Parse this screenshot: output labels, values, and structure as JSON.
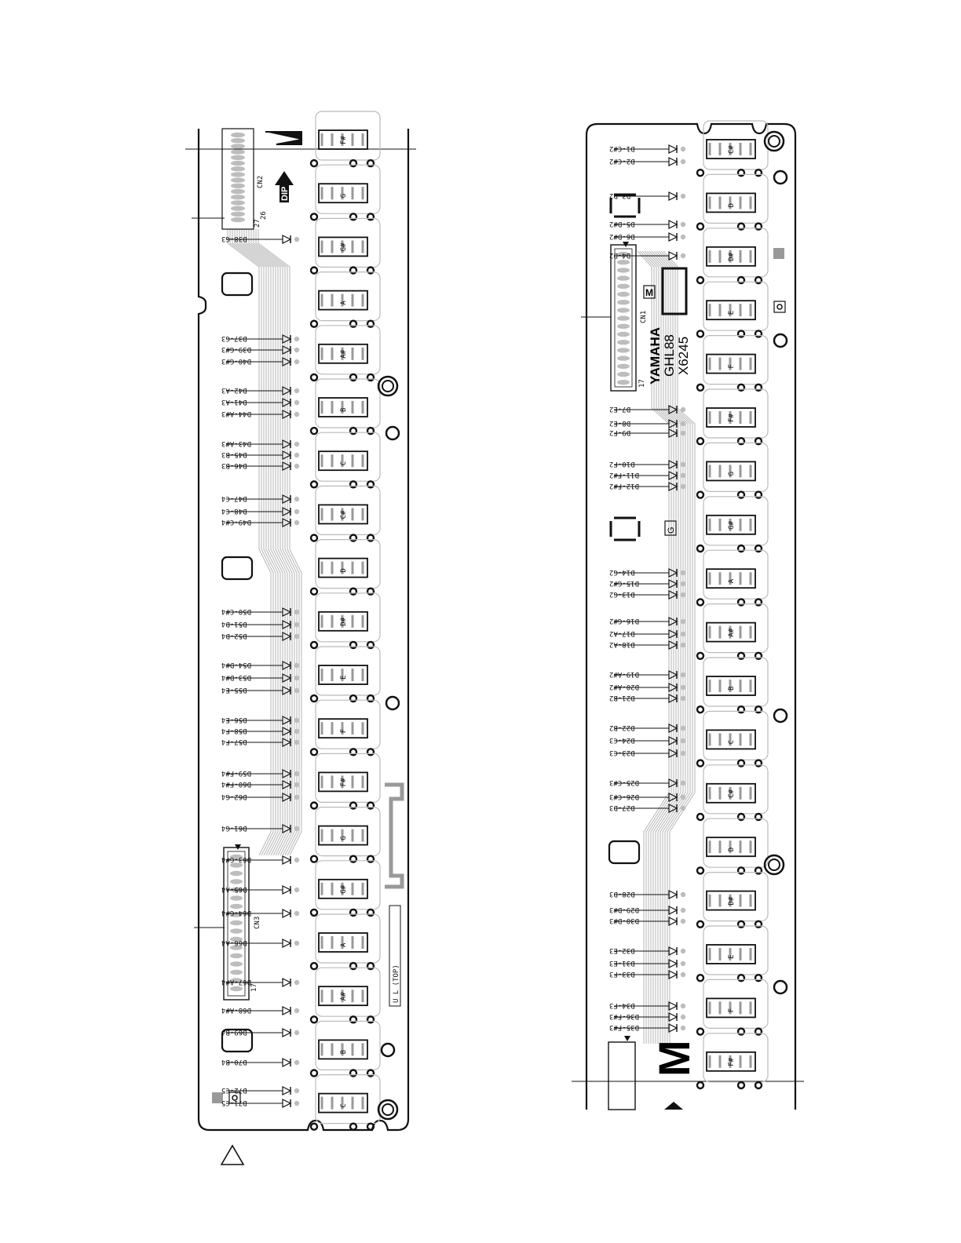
{
  "left_board": {
    "diode_labels": [
      "D38-G3",
      "D37-G3",
      "D39-G#3",
      "D40-G#3",
      "D42-A3",
      "D41-A3",
      "D44-A#3",
      "D43-A#3",
      "D45-B3",
      "D46-B3",
      "D47-C4",
      "D48-C4",
      "D49-C#4",
      "D50-C#4",
      "D51-D4",
      "D52-D4",
      "D54-D#4",
      "D53-D#4",
      "D55-E4",
      "D56-E4",
      "D58-F4",
      "D57-F4",
      "D59-F#4",
      "D60-F#4",
      "D62-G4",
      "D61-G4",
      "D63-G#4",
      "D65-A4",
      "D64-G#4",
      "D66-A4",
      "D67-A#4",
      "D68-A#4",
      "D69-B4",
      "D70-B4",
      "D72-C5",
      "D71-C5"
    ],
    "key_labels": [
      "F#",
      "G",
      "G#",
      "A",
      "A#",
      "B",
      "C",
      "C#",
      "D",
      "D#",
      "E",
      "F",
      "F#",
      "G",
      "G#",
      "A",
      "A#",
      "B",
      "C"
    ],
    "silk": {
      "dip": "DIP",
      "cn2": "CN2",
      "pin27": "27",
      "pin26": "26",
      "cn3": "CN3",
      "pin17": "17",
      "top_marker": "U L (TOP)"
    }
  },
  "right_board": {
    "diode_labels": [
      "D1-C#2",
      "D2-C#2",
      "D3-D2",
      "D5-D#2",
      "D6-D#2",
      "D4-D2",
      "D7-E2",
      "D8-E2",
      "D9-F2",
      "D10-F2",
      "D11-F#2",
      "D12-F#2",
      "D14-G2",
      "D15-G#2",
      "D13-G2",
      "D16-G#2",
      "D17-A2",
      "D18-A2",
      "D19-A#2",
      "D20-A#2",
      "D21-B2",
      "D22-B2",
      "D24-C3",
      "D23-C3",
      "D25-C#3",
      "D26-C#3",
      "D27-D3",
      "D28-D3",
      "D29-D#3",
      "D30-D#3",
      "D32-E3",
      "D31-E3",
      "D33-F3",
      "D34-F3",
      "D36-F#3",
      "D35-F#3"
    ],
    "key_labels": [
      "C#",
      "D",
      "D#",
      "E",
      "F",
      "F#",
      "G",
      "G#",
      "A",
      "A#",
      "B",
      "C",
      "C#",
      "D",
      "D#",
      "E",
      "F",
      "F#"
    ],
    "silk": {
      "cn1": "CN1",
      "pin17": "17",
      "brand": "YAMAHA",
      "model": "GHL88",
      "part": "X6245",
      "marker_m": "M",
      "marker_g": "G",
      "big_m": "M"
    }
  },
  "warning_symbol": "caution-triangle"
}
